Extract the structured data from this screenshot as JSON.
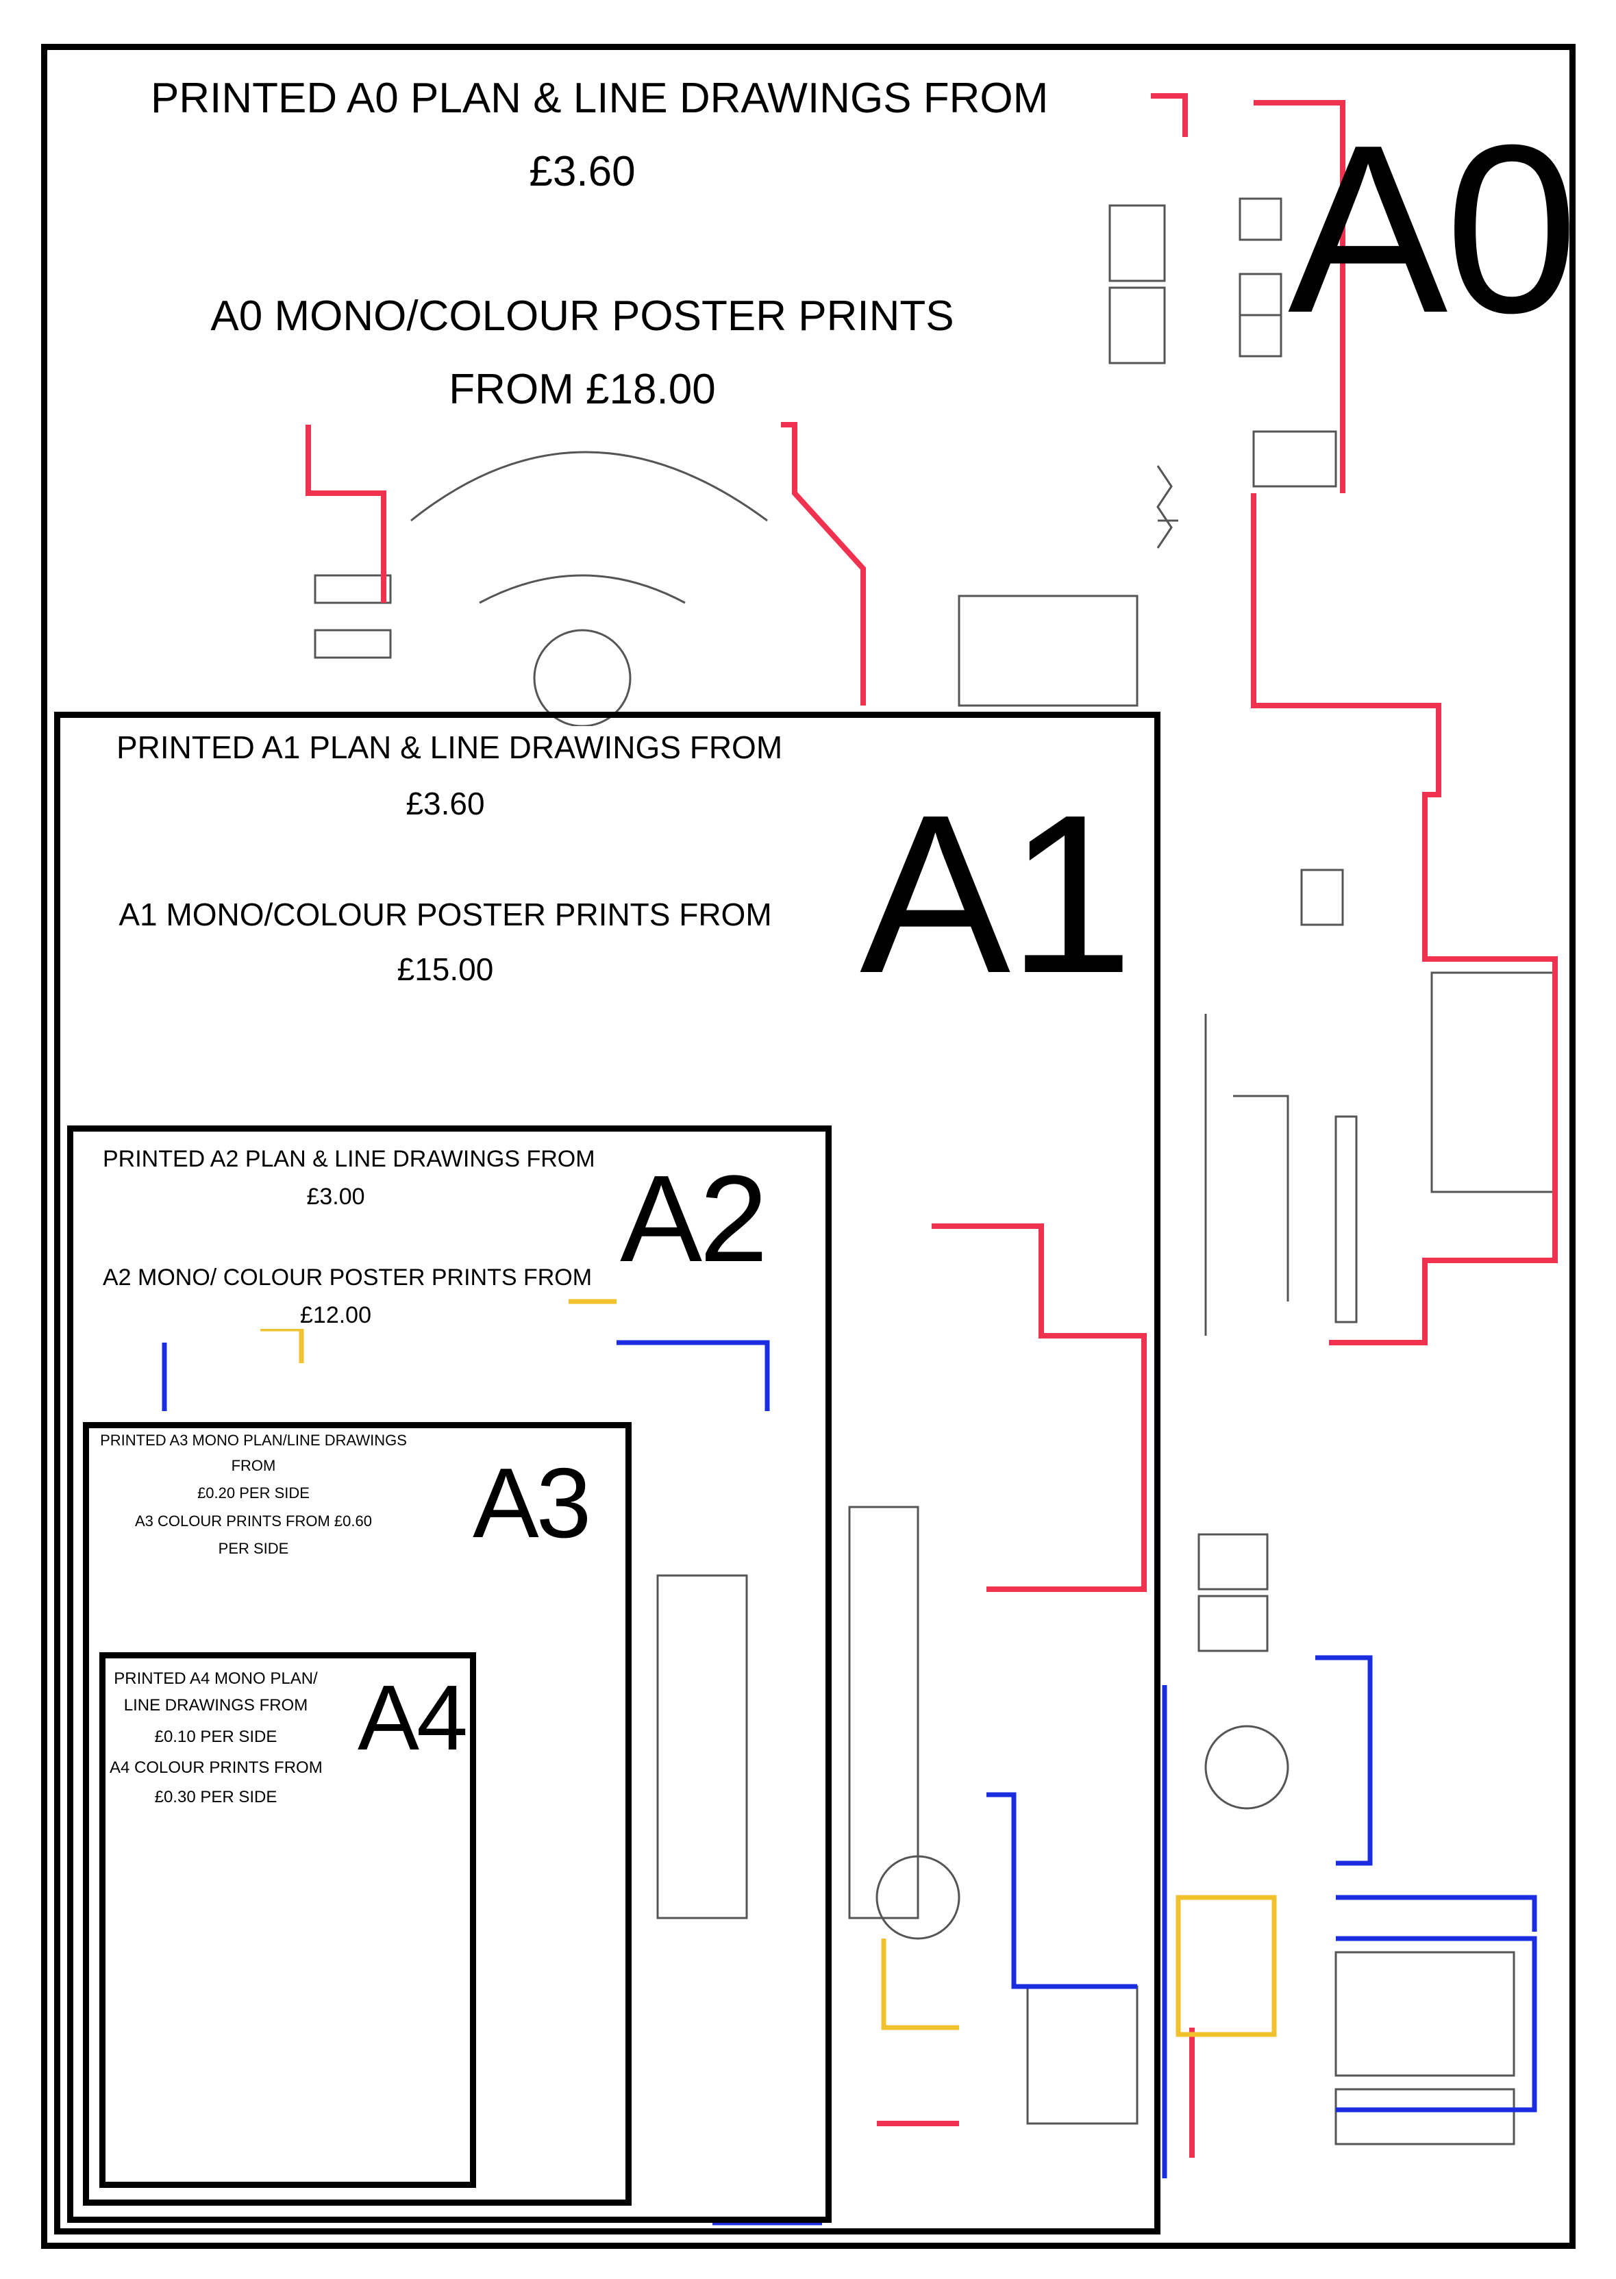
{
  "a0": {
    "label": "A0",
    "line1": "PRINTED A0 PLAN & LINE DRAWINGS FROM",
    "line2": "£3.60",
    "line3": "A0 MONO/COLOUR POSTER PRINTS",
    "line4": "FROM £18.00"
  },
  "a1": {
    "label": "A1",
    "line1": "PRINTED A1 PLAN & LINE DRAWINGS FROM",
    "line2": "£3.60",
    "line3": "A1 MONO/COLOUR POSTER PRINTS FROM",
    "line4": "£15.00"
  },
  "a2": {
    "label": "A2",
    "line1": "PRINTED A2 PLAN & LINE DRAWINGS FROM",
    "line2": "£3.00",
    "line3": "A2 MONO/ COLOUR POSTER PRINTS FROM",
    "line4": "£12.00"
  },
  "a3": {
    "label": "A3",
    "line1": "PRINTED A3 MONO PLAN/LINE DRAWINGS",
    "line2": "FROM",
    "line3": "£0.20 PER SIDE",
    "line4": "A3 COLOUR PRINTS FROM £0.60",
    "line5": "PER SIDE"
  },
  "a4": {
    "label": "A4",
    "line1": "PRINTED A4 MONO PLAN/",
    "line2": "LINE DRAWINGS FROM",
    "line3": "£0.10 PER SIDE",
    "line4": "A4 COLOUR PRINTS FROM",
    "line5": "£0.30 PER SIDE"
  },
  "colors": {
    "wall_red": "#f0314f",
    "wall_blue": "#1a2ee0",
    "wall_yellow": "#f2c12e",
    "line": "#555555"
  }
}
